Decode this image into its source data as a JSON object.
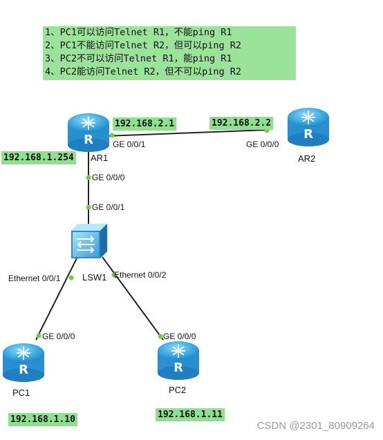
{
  "tasks": [
    "1、PC1可以访问Telnet R1，不能ping R1",
    "2、PC1不能访问Telnet R2，但可以ping R2",
    "3、PC2不可以访问Telnet R1，能ping R1",
    "4、PC2能访问Telnet R2，但不可以ping R2"
  ],
  "devices": {
    "ar1": "AR1",
    "ar2": "AR2",
    "lsw1": "LSW1",
    "pc1": "PC1",
    "pc2": "PC2"
  },
  "ports": {
    "ar1_to_ar2": "GE 0/0/1",
    "ar2_to_ar1": "GE 0/0/0",
    "ar1_to_sw": "GE 0/0/0",
    "sw_to_ar1": "GE 0/0/1",
    "sw_to_pc1": "Ethernet 0/0/1",
    "sw_to_pc2": "Ethernet 0/0/2",
    "pc1_port": "GE 0/0/0",
    "pc2_port": "GE 0/0/0"
  },
  "ips": {
    "ar1_ge001": "192.168.2.1",
    "ar2_ge000": "192.168.2.2",
    "ar1_ge000": "192.168.1.254",
    "pc1": "192.168.1.10",
    "pc2": "192.168.1.11"
  },
  "colors": {
    "label_bg": "#8fdf8f",
    "link": "#222222",
    "port_dot": "#6fcf3f",
    "router_fill": "#4fb3e6"
  },
  "watermark": "CSDN @2301_80909264"
}
